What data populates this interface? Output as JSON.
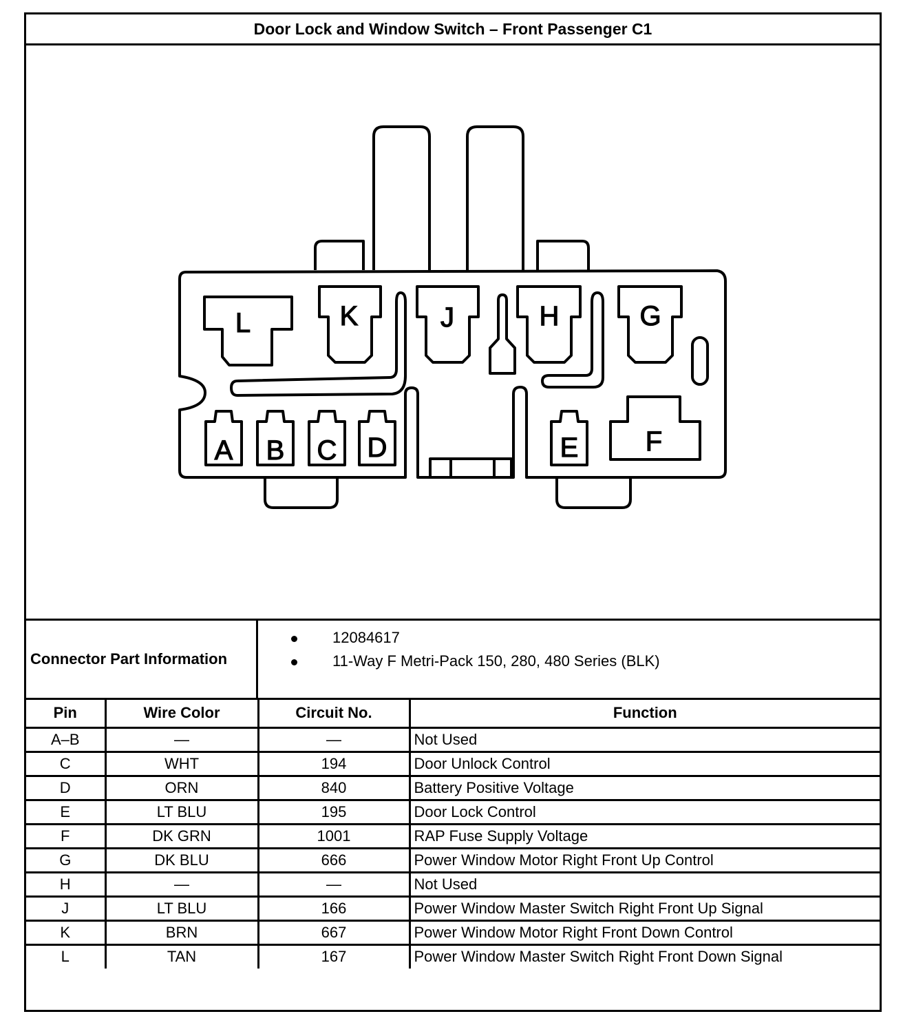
{
  "title": "Door Lock and Window Switch – Front Passenger C1",
  "diagram": {
    "pin_labels": {
      "L": "L",
      "K": "K",
      "J": "J",
      "H": "H",
      "G": "G",
      "A": "A",
      "B": "B",
      "C": "C",
      "D": "D",
      "E": "E",
      "F": "F"
    }
  },
  "part_info": {
    "label": "Connector Part Information",
    "items": [
      "12084617",
      "11-Way F Metri-Pack 150, 280, 480 Series (BLK)"
    ]
  },
  "table": {
    "headers": [
      "Pin",
      "Wire Color",
      "Circuit No.",
      "Function"
    ],
    "rows": [
      {
        "pin": "A–B",
        "color": "—",
        "circuit": "—",
        "function": "Not Used"
      },
      {
        "pin": "C",
        "color": "WHT",
        "circuit": "194",
        "function": "Door Unlock Control"
      },
      {
        "pin": "D",
        "color": "ORN",
        "circuit": "840",
        "function": "Battery Positive Voltage"
      },
      {
        "pin": "E",
        "color": "LT BLU",
        "circuit": "195",
        "function": "Door Lock Control"
      },
      {
        "pin": "F",
        "color": "DK GRN",
        "circuit": "1001",
        "function": "RAP Fuse Supply Voltage"
      },
      {
        "pin": "G",
        "color": "DK BLU",
        "circuit": "666",
        "function": "Power Window Motor Right Front Up Control"
      },
      {
        "pin": "H",
        "color": "—",
        "circuit": "—",
        "function": "Not Used"
      },
      {
        "pin": "J",
        "color": "LT BLU",
        "circuit": "166",
        "function": "Power Window Master Switch Right Front Up Signal"
      },
      {
        "pin": "K",
        "color": "BRN",
        "circuit": "667",
        "function": "Power Window Motor Right Front Down Control"
      },
      {
        "pin": "L",
        "color": "TAN",
        "circuit": "167",
        "function": "Power Window Master Switch Right Front Down Signal"
      }
    ]
  }
}
